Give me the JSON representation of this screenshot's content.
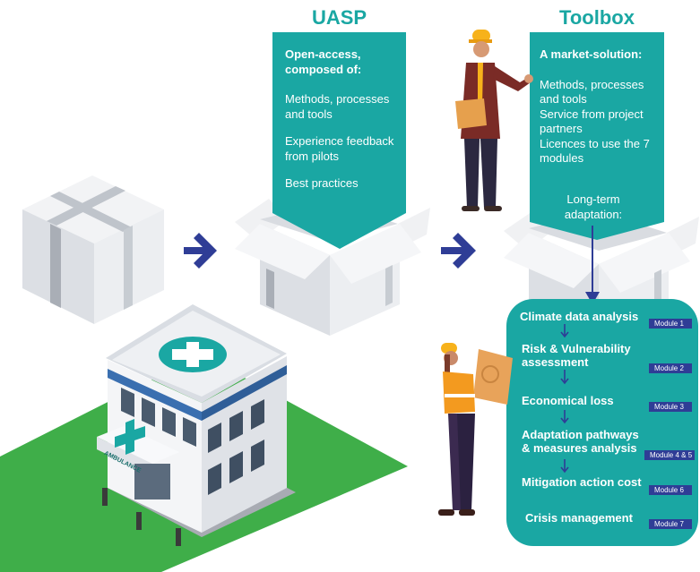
{
  "uasp": {
    "title": "UASP",
    "heading": "Open-access, composed of:",
    "items": [
      "Methods, processes and tools",
      "Experience feedback from pilots",
      "Best practices"
    ]
  },
  "toolbox": {
    "title": "Toolbox",
    "heading": "A market-solution:",
    "items": [
      "Methods, processes and tools",
      "Service from project partners",
      "Licences to use the 7 modules"
    ],
    "long_term": "Long-term adaptation:"
  },
  "modules": [
    {
      "label": "Climate data analysis",
      "tag": "Module 1"
    },
    {
      "label": "Risk & Vulnerability assessment",
      "tag": "Module 2"
    },
    {
      "label": "Economical loss",
      "tag": "Module 3"
    },
    {
      "label": "Adaptation pathways & measures analysis",
      "tag": "Module 4 & 5"
    },
    {
      "label": "Mitigation action cost",
      "tag": "Module 6"
    },
    {
      "label": "Crisis management",
      "tag": "Module 7"
    }
  ],
  "hospital": {
    "sign": "AMBULANCE"
  },
  "colors": {
    "teal": "#1aa7a3",
    "arrow": "#2f3d96",
    "grass": "#3fae49",
    "box": "#e6e8ec"
  }
}
